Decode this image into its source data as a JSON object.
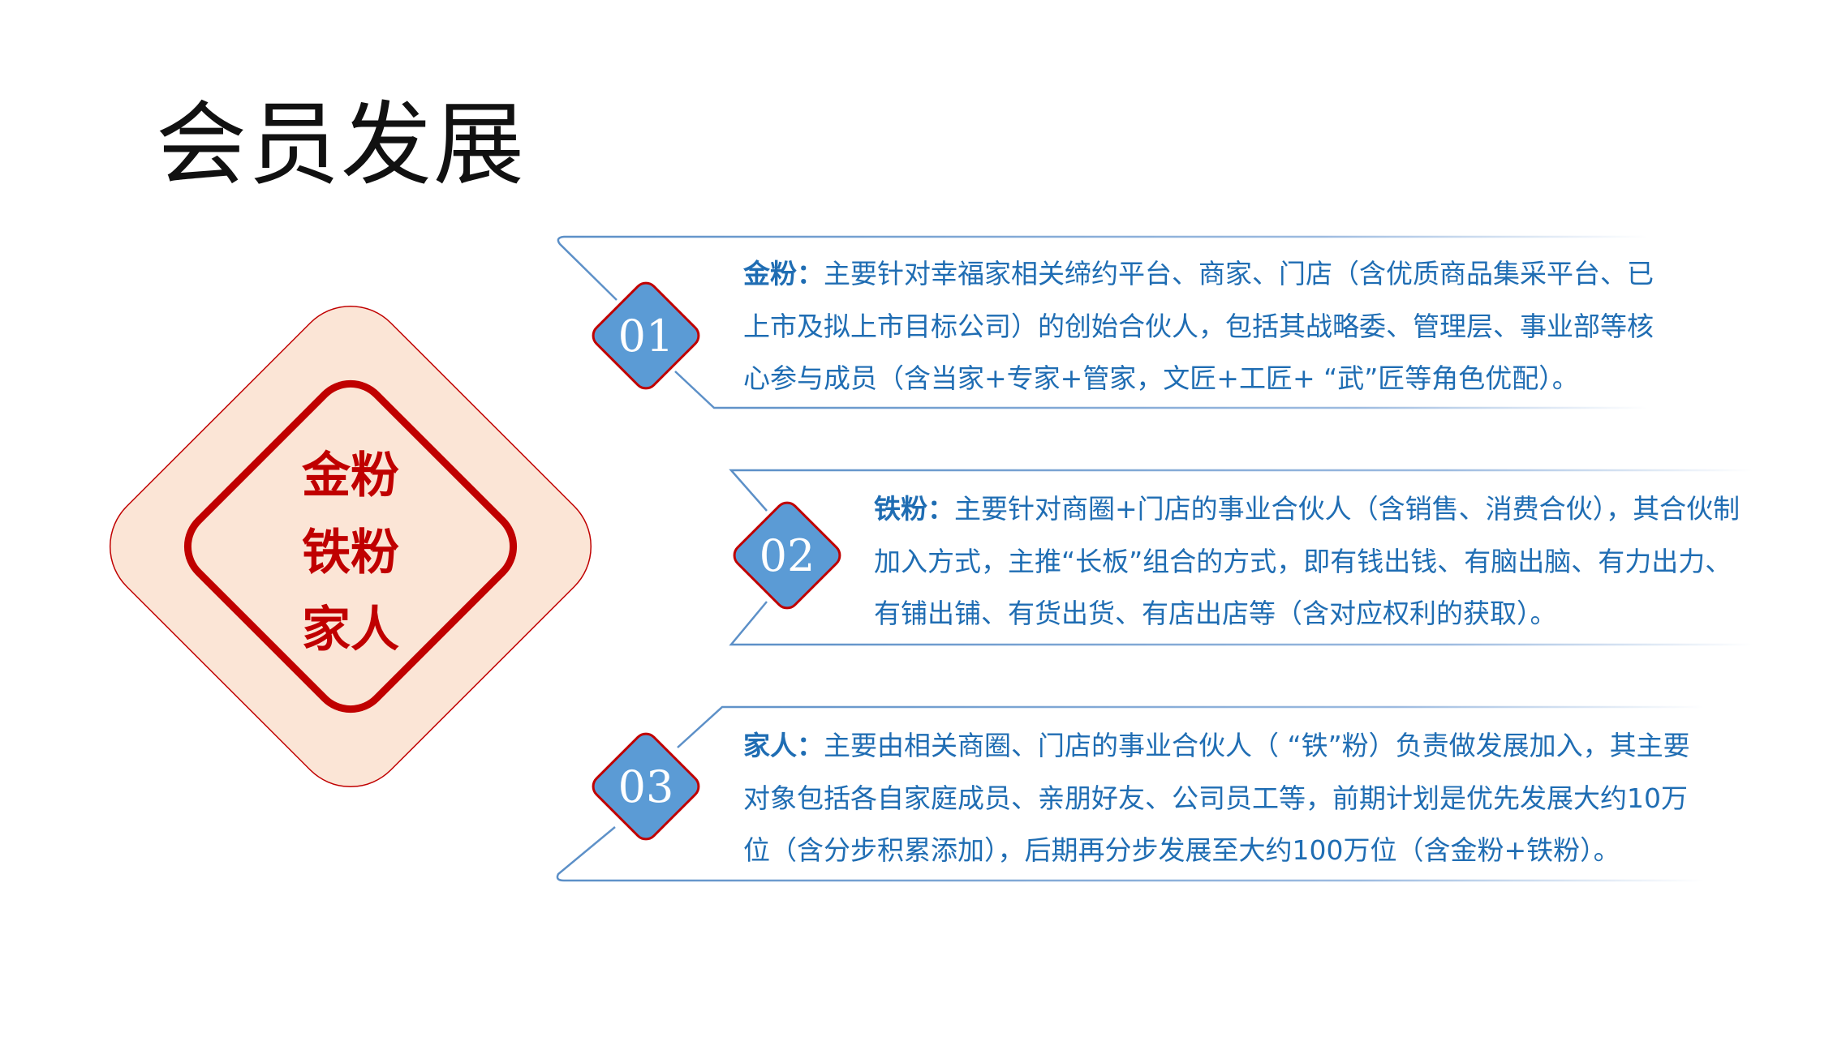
{
  "page": {
    "title": "会员发展"
  },
  "center": {
    "labels": [
      "金粉",
      "铁粉",
      "家人"
    ]
  },
  "items": [
    {
      "number": "01",
      "term": "金粉：",
      "text": "主要针对幸福家相关缔约平台、商家、门店（含优质商品集采平台、已上市及拟上市目标公司）的创始合伙人，包括其战略委、管理层、事业部等核心参与成员（含当家+专家+管家，文匠+工匠+ “武”匠等角色优配）。"
    },
    {
      "number": "02",
      "term": "铁粉：",
      "text": "主要针对商圈+门店的事业合伙人（含销售、消费合伙），其合伙制加入方式，主推“长板”组合的方式，即有钱出钱、有脑出脑、有力出力、有铺出铺、有货出货、有店出店等（含对应权利的获取）。"
    },
    {
      "number": "03",
      "term": "家人：",
      "text": "主要由相关商圈、门店的事业合伙人（ “铁”粉）负责做发展加入，其主要对象包括各自家庭成员、亲朋好友、公司员工等，前期计划是优先发展大约10万位（含分步积累添加），后期再分步发展至大约100万位（含金粉+铁粉）。"
    }
  ],
  "colors": {
    "accent_red": "#c00000",
    "accent_blue": "#5b9bd5",
    "text_blue": "#1f6db3",
    "diamond_fill": "#fbe5d6"
  }
}
